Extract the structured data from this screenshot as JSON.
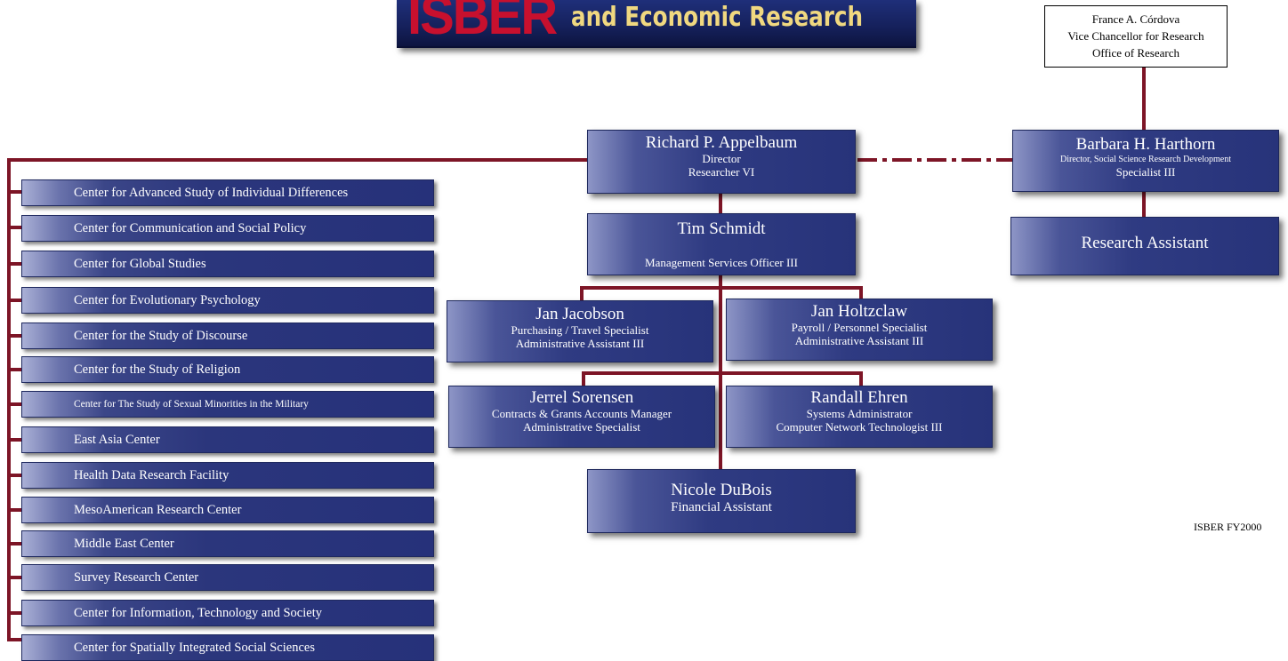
{
  "banner": {
    "logo": "ISBER",
    "subtitle": "and Economic Research"
  },
  "top_box": {
    "name": "France A. Córdova",
    "title": "Vice Chancellor for Research",
    "office": "Office of Research"
  },
  "director": {
    "name": "Richard P. Appelbaum",
    "title1": "Director",
    "title2": "Researcher VI"
  },
  "harthorn": {
    "name": "Barbara H. Harthorn",
    "title1": "Director, Social Science Research Development",
    "title2": "Specialist III"
  },
  "research_assistant": {
    "name": "Research Assistant"
  },
  "schmidt": {
    "name": "Tim Schmidt",
    "title1": "Management Services Officer III"
  },
  "jacobson": {
    "name": "Jan Jacobson",
    "title1": "Purchasing / Travel Specialist",
    "title2": "Administrative Assistant III"
  },
  "holtzclaw": {
    "name": "Jan Holtzclaw",
    "title1": "Payroll / Personnel Specialist",
    "title2": "Administrative Assistant III"
  },
  "sorensen": {
    "name": "Jerrel Sorensen",
    "title1": "Contracts & Grants Accounts Manager",
    "title2": "Administrative Specialist"
  },
  "ehren": {
    "name": "Randall Ehren",
    "title1": "Systems Administrator",
    "title2": "Computer Network Technologist III"
  },
  "dubois": {
    "name": "Nicole DuBois",
    "title1": "Financial Assistant"
  },
  "centers": [
    "Center for Advanced Study of Individual Differences",
    "Center for Communication and Social Policy",
    "Center for Global Studies",
    "Center for Evolutionary Psychology",
    "Center for the Study of Discourse",
    "Center for the Study of Religion",
    "Center for The Study of Sexual Minorities in the Military",
    "East Asia Center",
    "Health Data Research Facility",
    "MesoAmerican Research Center",
    "Middle East Center",
    "Survey Research Center",
    "Center for Information, Technology and Society",
    "Center for Spatially Integrated Social Sciences"
  ],
  "footer": {
    "mark": "ISBER FY2000"
  },
  "colors": {
    "line": "#7d1526",
    "box": "#2b367c",
    "logo_red": "#c8102e",
    "banner_text": "#f0d880"
  }
}
